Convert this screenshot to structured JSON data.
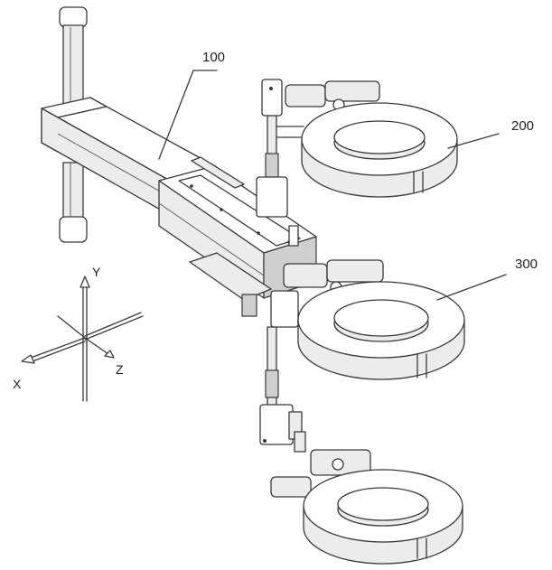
{
  "labels": {
    "arm": "100",
    "upper_ring": "200",
    "middle_ring": "300"
  },
  "axes": {
    "x": "X",
    "y": "Y",
    "z": "Z"
  }
}
